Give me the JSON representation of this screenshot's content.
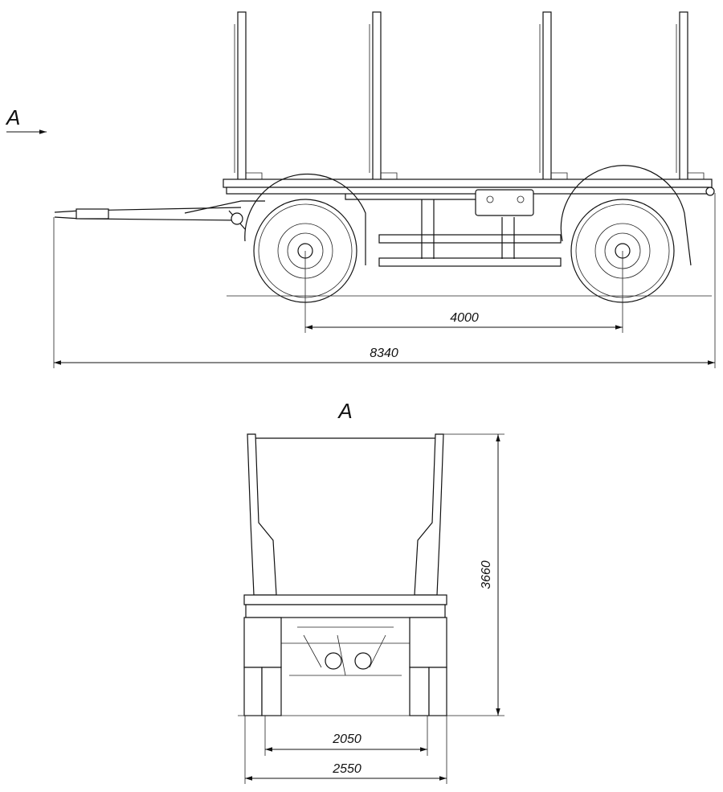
{
  "side_view": {
    "view_marker": "A",
    "dimensions": {
      "wheelbase": "4000",
      "overall_length": "8340"
    }
  },
  "rear_view": {
    "title": "A",
    "dimensions": {
      "height": "3660",
      "track_width": "2050",
      "overall_width": "2550"
    }
  }
}
